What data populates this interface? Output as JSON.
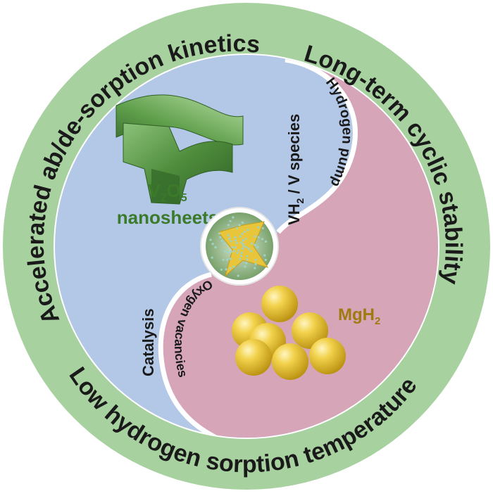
{
  "ring": {
    "top_left": "Accelerated ab/de-sorption kinetics",
    "top_right": "Long-term cyclic stability",
    "bottom": "Low hydrogen sorption temperature"
  },
  "left_half": {
    "label_line1_main": "V",
    "label_line1_sub1": "2",
    "label_line1_mid": "O",
    "label_line1_sub2": "5",
    "label_line2": "nanosheets",
    "catalysis": "Catalysis",
    "vh2_main": "VH",
    "vh2_sub": "2",
    "vh2_rest": " / V species"
  },
  "right_half": {
    "label_main": "MgH",
    "label_sub": "2",
    "hydrogen_pump": "Hydrogen pump",
    "oxygen_vacancies": "Oxygen vacancies"
  },
  "colors": {
    "outer_ring": "#a8d1a0",
    "blue_half": "#b3c8e6",
    "pink_half": "#d6a6b8",
    "sheet_green": "#5a9a4a",
    "sphere_yellow": "#e8c53a",
    "v2o5_text": "#3a7a2a",
    "mgh2_text": "#a07a10"
  }
}
